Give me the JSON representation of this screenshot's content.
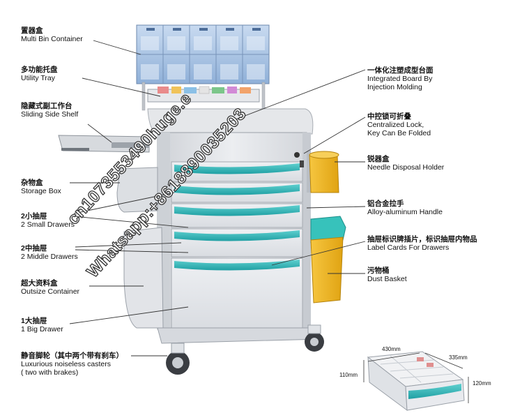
{
  "labels": [
    {
      "cn": "置器盒",
      "en": "Multi Bin Container"
    },
    {
      "cn": "多功能托盘",
      "en": "Utility Tray"
    },
    {
      "cn": "隐藏式副工作台",
      "en": "Sliding Side Shelf"
    },
    {
      "cn": "杂物盒",
      "en": "Storage Box"
    },
    {
      "cn": "2小抽屉",
      "en": "2 Small Drawers"
    },
    {
      "cn": "2中抽屉",
      "en": "2 Middle Drawers"
    },
    {
      "cn": "超大资料盒",
      "en": "Outsize Container"
    },
    {
      "cn": "1大抽屉",
      "en": "1 Big Drawer"
    },
    {
      "cn": "静音脚轮（其中两个带有刹车）",
      "en": "Luxurious noiseless casters",
      "en2": "( two with brakes)"
    },
    {
      "cn": "一体化注塑成型台面",
      "en": "Integrated Board By",
      "en2": "Injection Molding"
    },
    {
      "cn": "中控锁可折叠",
      "en": "Centralized Lock,",
      "en2": "Key Can Be Folded"
    },
    {
      "cn": "锐器盒",
      "en": "Needle Disposal Holder"
    },
    {
      "cn": "铝合金拉手",
      "en": "Alloy-aluminum  Handle"
    },
    {
      "cn": "抽屉标识牌插片，标识抽屉内物品",
      "en": "Label Cards For Drawers"
    },
    {
      "cn": "污物桶",
      "en": "Dust Basket"
    }
  ],
  "dimensions": {
    "width": "430mm",
    "depth": "335mm",
    "inner_height": "110mm",
    "outer_height": "120mm"
  },
  "watermarks": {
    "line1": "cn1073553490huge.e",
    "line2": "Whatsapp:+8618890035203"
  },
  "colors": {
    "cart_body": "#e4e6ea",
    "drawer_accent": "#2fb5b5",
    "bin_blue": "#a9c3e2",
    "sharps_yellow": "#f2b21b",
    "basket_yellow": "#f0b51a",
    "basket_lid": "#35c1ba",
    "frame_metal": "#bfc3c9"
  }
}
